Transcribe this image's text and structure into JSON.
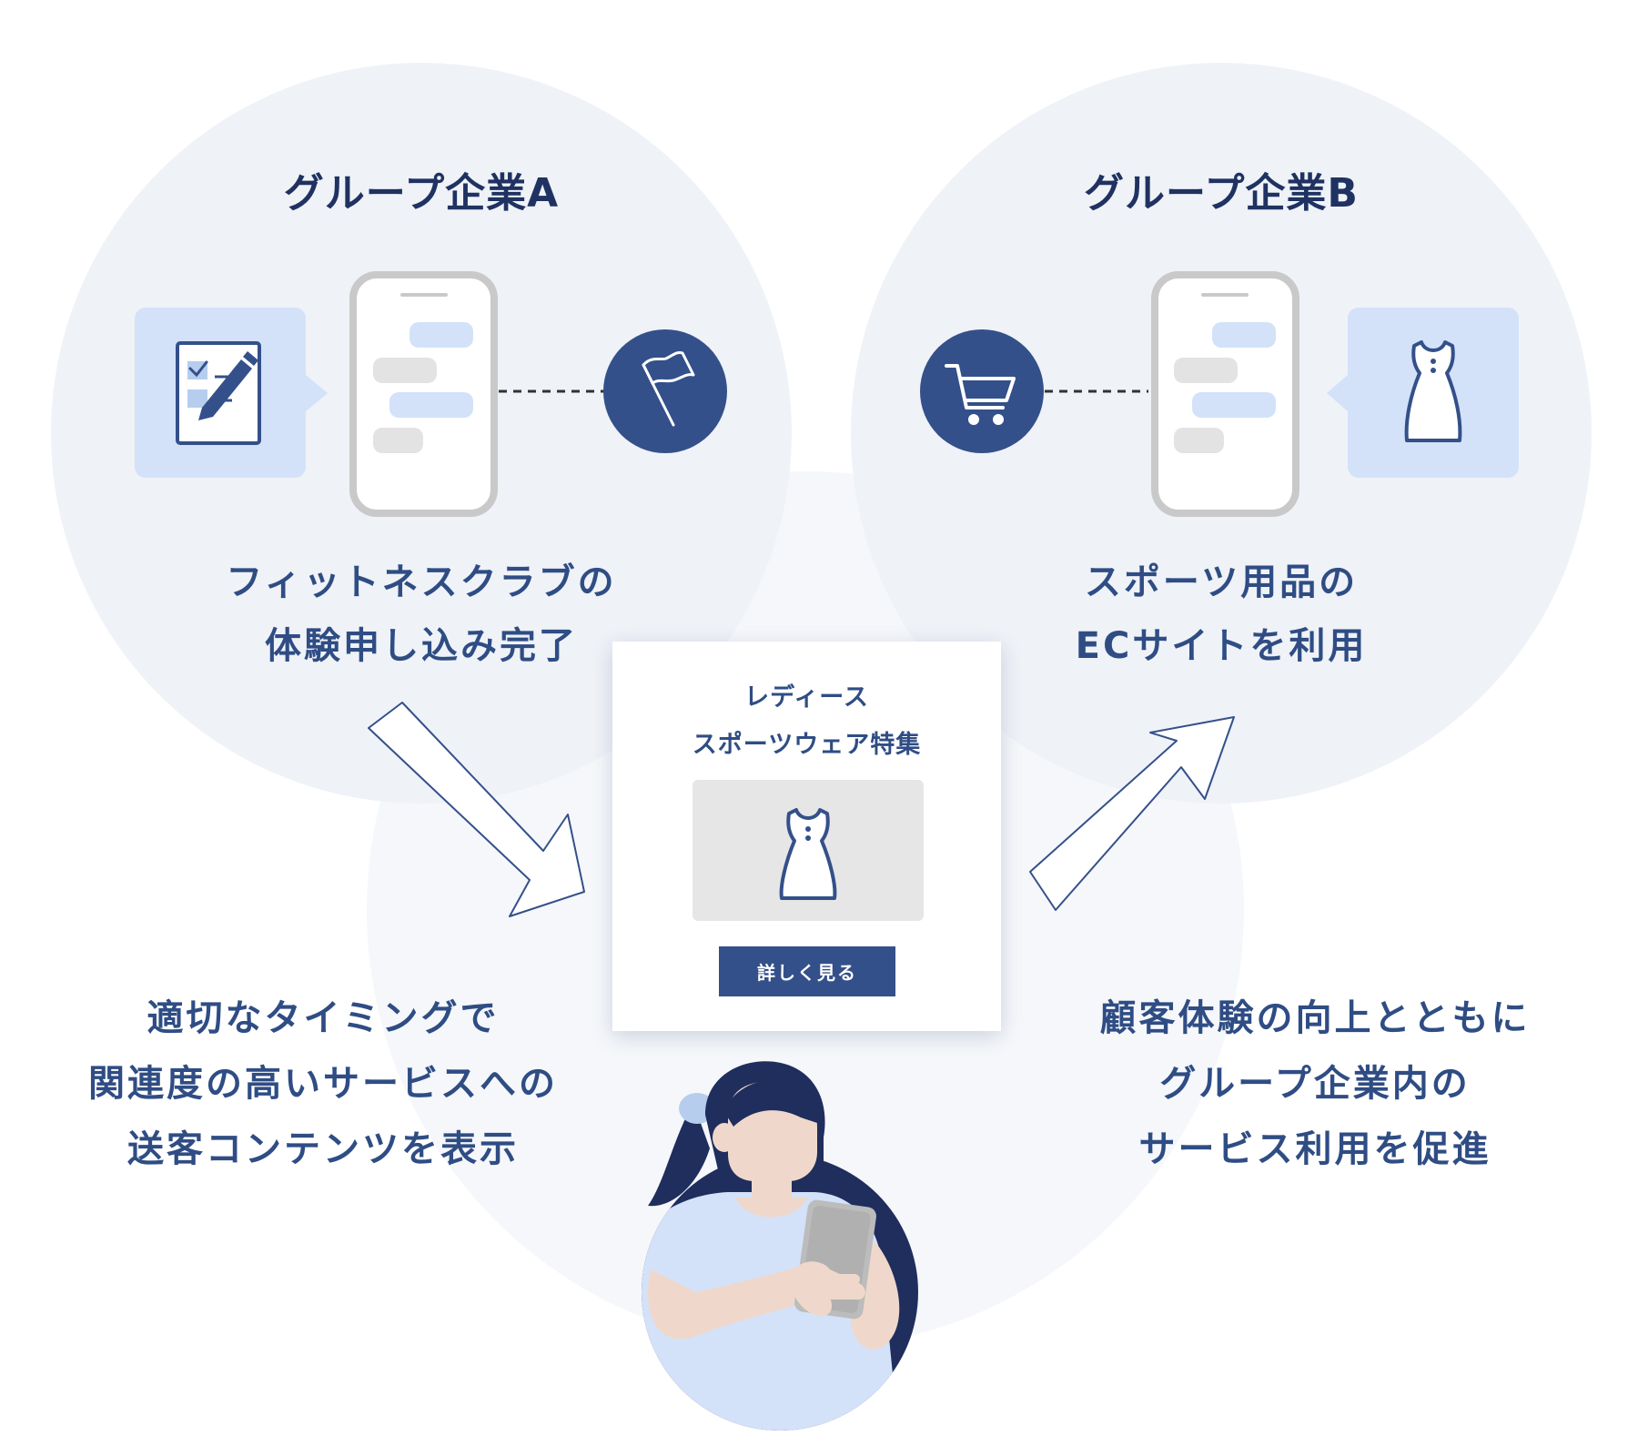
{
  "company_a": {
    "title": "グループ企業A",
    "caption_lines": [
      "フィットネスクラブの",
      "体験申し込み完了"
    ],
    "icons": [
      "checklist-pencil-icon",
      "flag-icon"
    ]
  },
  "company_b": {
    "title": "グループ企業B",
    "caption_lines": [
      "スポーツ用品の",
      "ECサイトを利用"
    ],
    "icons": [
      "shopping-cart-icon",
      "dress-icon"
    ]
  },
  "content_card": {
    "title_lines": [
      "レディース",
      "スポーツウェア特集"
    ],
    "image_icon": "dress-icon",
    "button_label": "詳しく見る"
  },
  "left_text": {
    "lines": [
      "適切なタイミングで",
      "関連度の高いサービスへの",
      "送客コンテンツを表示"
    ]
  },
  "right_text": {
    "lines": [
      "顧客体験の向上とともに",
      "グループ企業内の",
      "サービス利用を促進"
    ]
  },
  "colors": {
    "bubble_bg": "#eff2f7",
    "center_bg": "#f5f7fa",
    "navy": "#34508a",
    "dark_navy": "#1f2e5c",
    "light_blue": "#d3e2f8",
    "gray": "#c9c9c9",
    "skin": "#efd8cb"
  }
}
